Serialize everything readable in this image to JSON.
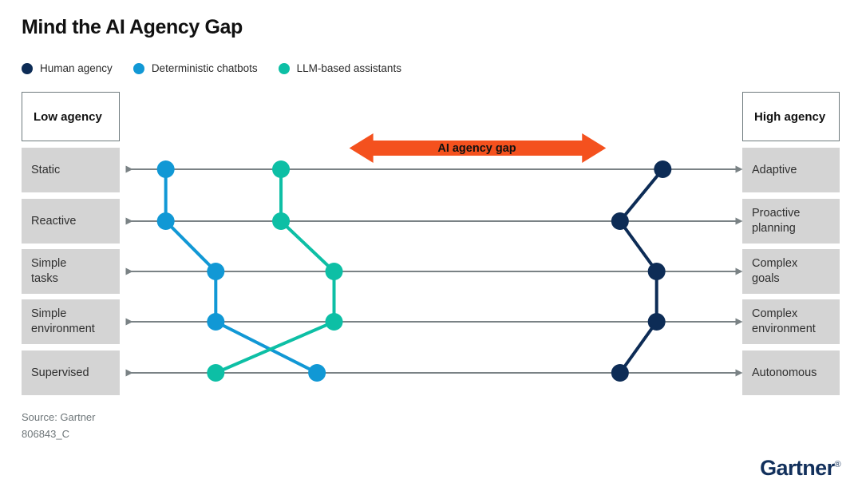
{
  "title": "Mind the AI Agency Gap",
  "colors": {
    "human_agency": "#0d2c56",
    "deterministic_chatbots": "#1198d5",
    "llm_assistants": "#0dbfa5",
    "gap_arrow": "#f4511e",
    "axis_line": "#7a8285",
    "row_box": "#d4d4d4",
    "logo": "#12305c"
  },
  "legend": {
    "items": [
      {
        "label": "Human agency",
        "color_key": "human_agency"
      },
      {
        "label": "Deterministic chatbots",
        "color_key": "deterministic_chatbots"
      },
      {
        "label": "LLM-based assistants",
        "color_key": "llm_assistants"
      }
    ]
  },
  "headers": {
    "left": "Low agency",
    "right": "High agency"
  },
  "gap": {
    "label": "AI agency gap"
  },
  "footer": {
    "source": "Source: Gartner\n806843_C",
    "logo": "Gartner",
    "logo_mark": "®"
  },
  "chart_data": {
    "type": "line",
    "title": "Mind the AI Agency Gap",
    "xlabel": "",
    "ylabel": "",
    "grid": false,
    "legend_position": "top-left",
    "axis_note": "Each row is a bidirectional axis running from a low-agency pole (left) to a high-agency pole (right); position along the axis is normalized 0 (left pole) to 1 (right pole).",
    "categories": [
      {
        "left": "Static",
        "right": "Adaptive"
      },
      {
        "left": "Reactive",
        "right": "Proactive\nplanning"
      },
      {
        "left": "Simple\ntasks",
        "right": "Complex\ngoals"
      },
      {
        "left": "Simple\nenvironment",
        "right": "Complex\nenvironment"
      },
      {
        "left": "Supervised",
        "right": "Autonomous"
      }
    ],
    "series": [
      {
        "name": "Human agency",
        "color": "#0d2c56",
        "values": [
          0.88,
          0.81,
          0.87,
          0.87,
          0.81
        ]
      },
      {
        "name": "Deterministic chatbots",
        "color": "#1198d5",
        "values": [
          0.065,
          0.065,
          0.147,
          0.147,
          0.313
        ]
      },
      {
        "name": "LLM-based assistants",
        "color": "#0dbfa5",
        "values": [
          0.254,
          0.254,
          0.341,
          0.341,
          0.147
        ]
      }
    ],
    "annotations": [
      {
        "text": "AI agency gap",
        "type": "double-arrow",
        "x_start": 0.366,
        "x_end": 0.787
      }
    ]
  }
}
